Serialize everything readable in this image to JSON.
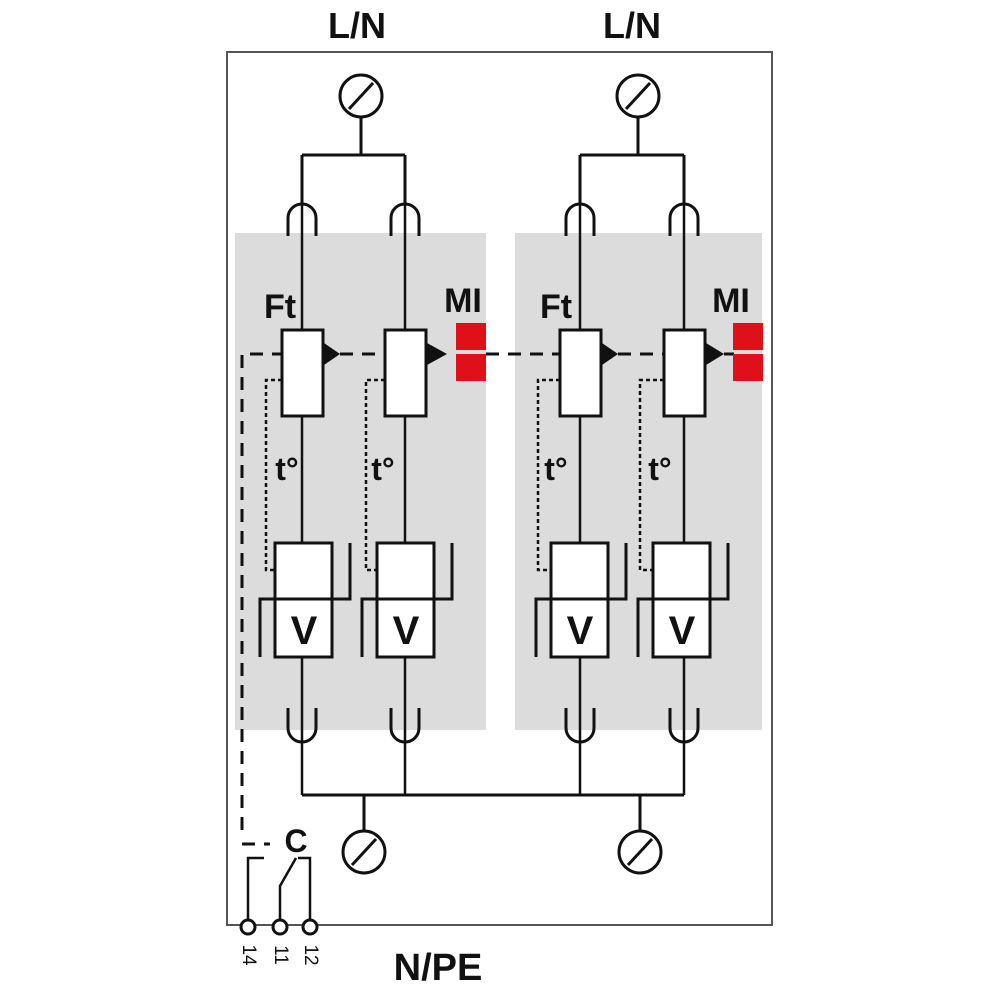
{
  "terminals": {
    "top_left": "L/N",
    "top_right": "L/N",
    "bottom": "N/PE"
  },
  "modules": [
    {
      "fuse_label": "Ft",
      "indicator_label": "MI",
      "thermal_labels": [
        "t°",
        "t°"
      ],
      "varistor_labels": [
        "V",
        "V"
      ]
    },
    {
      "fuse_label": "Ft",
      "indicator_label": "MI",
      "thermal_labels": [
        "t°",
        "t°"
      ],
      "varistor_labels": [
        "V",
        "V"
      ]
    }
  ],
  "contact": {
    "label": "C",
    "pin_labels": [
      "14",
      "11",
      "12"
    ]
  },
  "colors": {
    "module_fill": "#dcdcdc",
    "indicator": "#e0101a",
    "line": "#111111",
    "border": "#555555"
  }
}
